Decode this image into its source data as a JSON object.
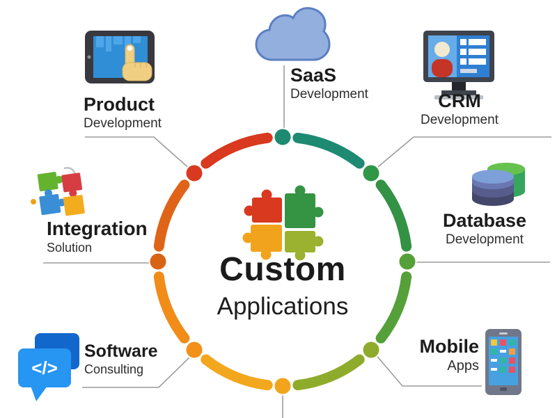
{
  "center": {
    "title": "Custom",
    "subtitle": "Applications",
    "puzzle_pieces": [
      {
        "name": "red",
        "color": "#d8391f"
      },
      {
        "name": "green",
        "color": "#359344"
      },
      {
        "name": "orange",
        "color": "#f2a31c"
      },
      {
        "name": "olive",
        "color": "#9ab22f"
      }
    ]
  },
  "items": [
    {
      "id": "saas",
      "title": "SaaS",
      "subtitle": "Development",
      "icon": "cloud-icon"
    },
    {
      "id": "crm",
      "title": "CRM",
      "subtitle": "Development",
      "icon": "monitor-icon"
    },
    {
      "id": "database",
      "title": "Database",
      "subtitle": "Development",
      "icon": "database-icon"
    },
    {
      "id": "mobile",
      "title": "Mobile",
      "subtitle": "Apps",
      "icon": "smartphone-icon"
    },
    {
      "id": "software",
      "title": "Software",
      "subtitle": "Consulting",
      "icon": "chat-code-icon",
      "glyph": "</>"
    },
    {
      "id": "integration",
      "title": "Integration",
      "subtitle": "Solution",
      "icon": "puzzle-icon"
    },
    {
      "id": "product",
      "title": "Product",
      "subtitle": "Development",
      "icon": "tablet-icon"
    }
  ],
  "ring": {
    "segments": [
      {
        "name": "topleft-to-top",
        "color": "#d8391f"
      },
      {
        "name": "top-to-topright",
        "color": "#1e8a72"
      },
      {
        "name": "topright-to-right",
        "color": "#339244"
      },
      {
        "name": "right-to-bottomright",
        "color": "#55a039"
      },
      {
        "name": "bottomright-to-bottom",
        "color": "#8fab2c"
      },
      {
        "name": "bottom-to-bottomleft",
        "color": "#f3a71d"
      },
      {
        "name": "bottomleft-to-left",
        "color": "#f18c18"
      },
      {
        "name": "left-to-topleft",
        "color": "#df6418"
      }
    ],
    "nodes": [
      {
        "name": "top",
        "color": "#1e8a72"
      },
      {
        "name": "top-right",
        "color": "#2f9746"
      },
      {
        "name": "right",
        "color": "#55a039"
      },
      {
        "name": "bottom-right",
        "color": "#8fab2c"
      },
      {
        "name": "bottom",
        "color": "#f2a41d"
      },
      {
        "name": "bottom-left",
        "color": "#f39019"
      },
      {
        "name": "left",
        "color": "#d96315"
      },
      {
        "name": "top-left",
        "color": "#d8391f"
      }
    ]
  },
  "colors": {
    "connector": "#9b9b9b",
    "title_text": "#1c1c1c",
    "subtitle_text": "#2d2d2d"
  }
}
